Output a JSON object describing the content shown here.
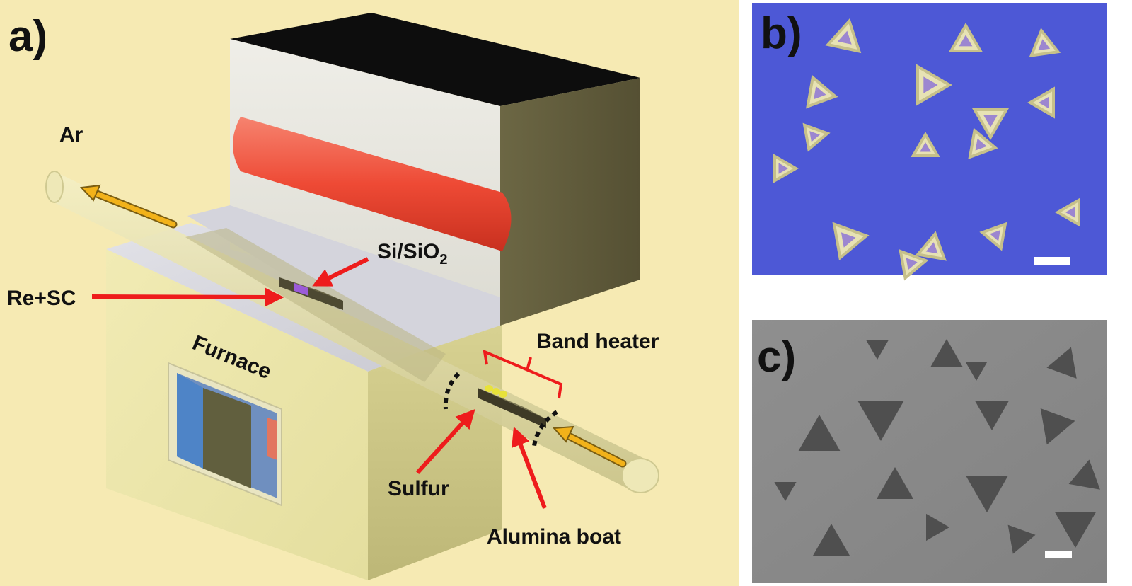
{
  "panels": {
    "a": {
      "letter": "a)"
    },
    "b": {
      "letter": "b)"
    },
    "c": {
      "letter": "c)"
    }
  },
  "labels": {
    "ar": "Ar",
    "si_sio2_main": "Si/SiO",
    "si_sio2_sub": "2",
    "re_sc": "Re+SC",
    "furnace": "Furnace",
    "band_heater": "Band heater",
    "sulfur": "Sulfur",
    "alumina_boat": "Alumina boat"
  },
  "colors": {
    "panel_a_bg": "#f6eab3",
    "furnace_body": "#f2ecb2",
    "furnace_side": "#d9d394",
    "furnace_top": "#d5d5dd",
    "heater_element": "#f0533e",
    "tube": "#e8e2a8",
    "gas_arrow": "#f2b21a",
    "callout_arrow": "#ee1c1c",
    "optical_bg": "#4d58d6",
    "sem_bg": "#8b8b8b"
  },
  "icons": {
    "flow_arrow": "arrow-left-icon",
    "callout": "red-arrow-icon"
  }
}
